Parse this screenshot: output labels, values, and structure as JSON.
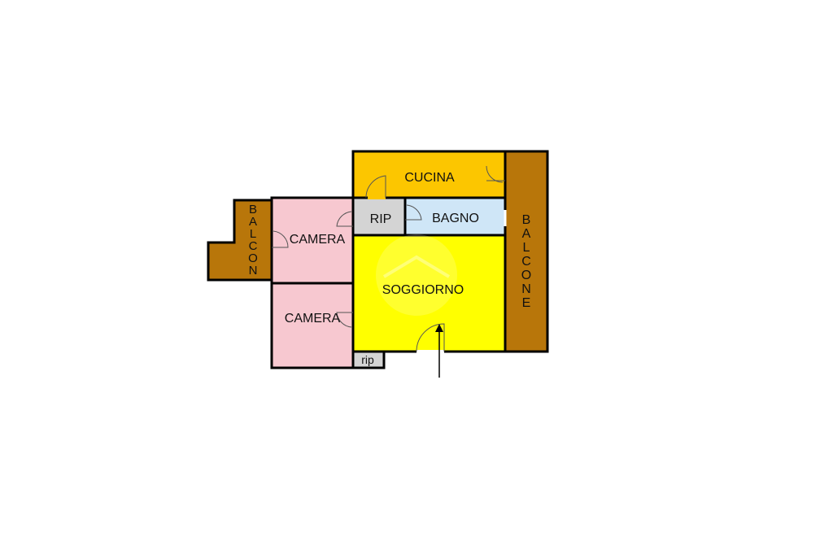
{
  "colors": {
    "balcony": "#b8760a",
    "bedroom": "#f7c8d0",
    "kitchen": "#fcc600",
    "storage": "#d4d4d4",
    "bathroom": "#cfe6f7",
    "living": "#ffff00",
    "wall": "#000000"
  },
  "rooms": {
    "cucina": "CUCINA",
    "rip_large": "RIP",
    "bagno": "BAGNO",
    "camera_top": "CAMERA",
    "camera_bottom": "CAMERA",
    "soggiorno": "SOGGIORNO",
    "rip_small": "rip",
    "balcon_left": [
      "B",
      "A",
      "L",
      "C",
      "O",
      "N"
    ],
    "balcone_right": [
      "B",
      "A",
      "L",
      "C",
      "O",
      "N",
      "E"
    ]
  }
}
